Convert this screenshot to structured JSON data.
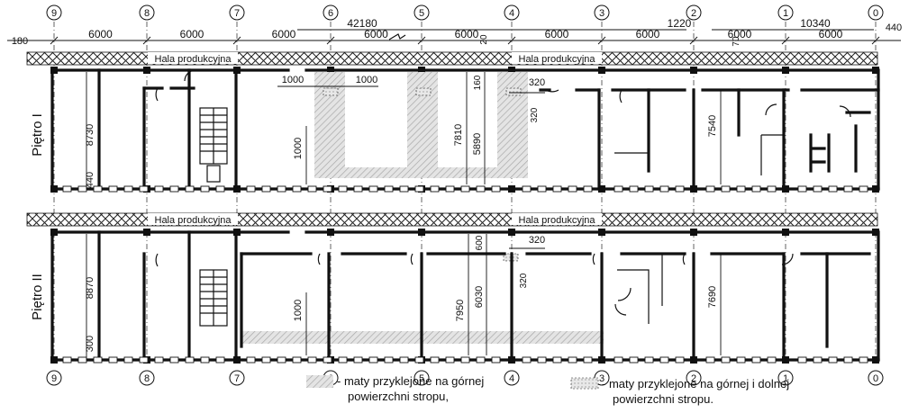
{
  "axes": [
    "9",
    "8",
    "7",
    "6",
    "5",
    "4",
    "3",
    "2",
    "1",
    "0"
  ],
  "top_dims": {
    "overall_left": "42180",
    "overall_right": "10340",
    "gap_mid": "1220",
    "offset_left": "180",
    "offset_right": "440",
    "bays": [
      "6000",
      "6000",
      "6000",
      "6000",
      "6000",
      "6000",
      "6000",
      "6000",
      "6000"
    ],
    "small_20": "20",
    "small_70": "70"
  },
  "hall_label": "Hala produkcyjna",
  "floor1": {
    "label": "Piętro I",
    "dims": {
      "depth_main": "8730",
      "depth_low": "440",
      "w1000_a": "1000",
      "w1000_b": "1000",
      "d1000": "1000",
      "d160": "160",
      "d7810": "7810",
      "d5890": "5890",
      "d320_h": "320",
      "d320_v": "320",
      "d7540": "7540"
    }
  },
  "floor2": {
    "label": "Piętro II",
    "dims": {
      "depth_main": "8870",
      "depth_low": "300",
      "d1000": "1000",
      "d600": "600",
      "d7950": "7950",
      "d6030": "6030",
      "d320_h": "320",
      "d320_v": "320",
      "d7690": "7690"
    }
  },
  "legend": {
    "item1_line1": "- maty przyklejone na górnej",
    "item1_line2": "powierzchni stropu,",
    "item2_line1": "- maty przyklejone na górnej i dolnej",
    "item2_line2": "powierzchni stropu."
  },
  "colors": {
    "ink": "#111111",
    "hatch": "#bdbdbd",
    "paper": "#ffffff"
  }
}
